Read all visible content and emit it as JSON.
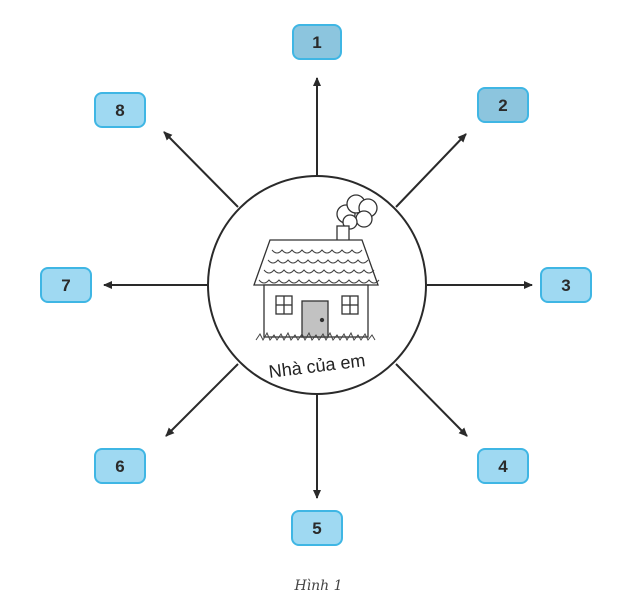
{
  "diagram": {
    "center_label": "Nhà của em",
    "caption": "Hình 1",
    "box_fill": "#9fd9f2",
    "box_fill_dark": "#8cc5de",
    "box_stroke": "#3fb6e4",
    "arrow_color": "#2a2a2a",
    "directions": [
      {
        "id": "1",
        "label": "1"
      },
      {
        "id": "2",
        "label": "2"
      },
      {
        "id": "3",
        "label": "3"
      },
      {
        "id": "4",
        "label": "4"
      },
      {
        "id": "5",
        "label": "5"
      },
      {
        "id": "6",
        "label": "6"
      },
      {
        "id": "7",
        "label": "7"
      },
      {
        "id": "8",
        "label": "8"
      }
    ]
  }
}
